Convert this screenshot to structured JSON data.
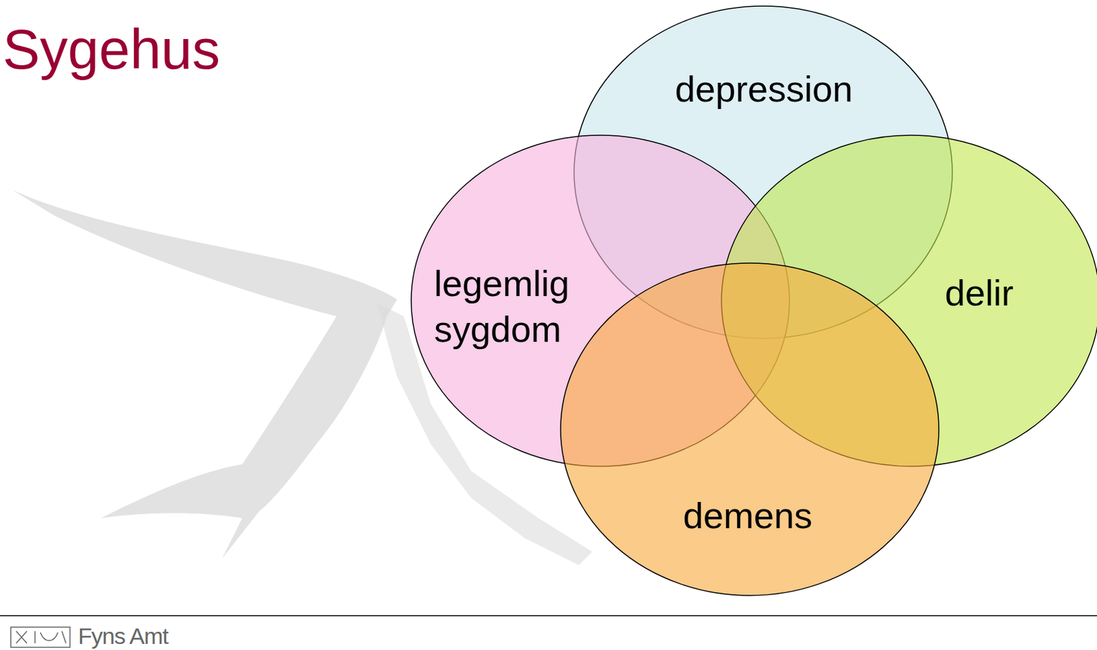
{
  "diagram": {
    "title": "Sygehus",
    "nodes": [
      {
        "text": [
          "depression"
        ]
      },
      {
        "text": [
          "legemlig sygdom"
        ]
      },
      {
        "text": [
          "delir"
        ]
      },
      {
        "text": [
          "demens"
        ]
      }
    ],
    "labels": [
      "Fyns Amt"
    ]
  }
}
